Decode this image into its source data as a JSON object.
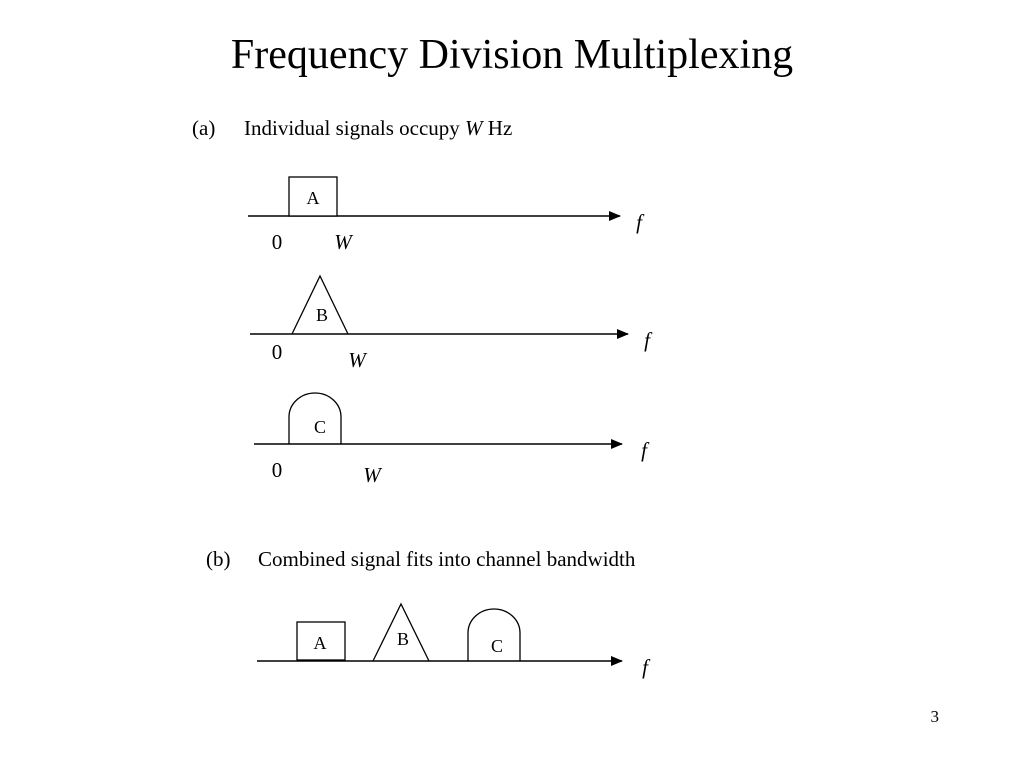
{
  "title": "Frequency Division Multiplexing",
  "part_a": {
    "label": "(a)",
    "text": "Individual signals occupy",
    "w_symbol": "W",
    "unit": "Hz"
  },
  "part_b": {
    "label": "(b)",
    "text": "Combined signal fits into channel bandwidth"
  },
  "axis": {
    "frequency_label": "f",
    "zero_label": "0",
    "w_label": "W"
  },
  "signals": {
    "a": "A",
    "b": "B",
    "c": "C"
  },
  "page_number": "3"
}
